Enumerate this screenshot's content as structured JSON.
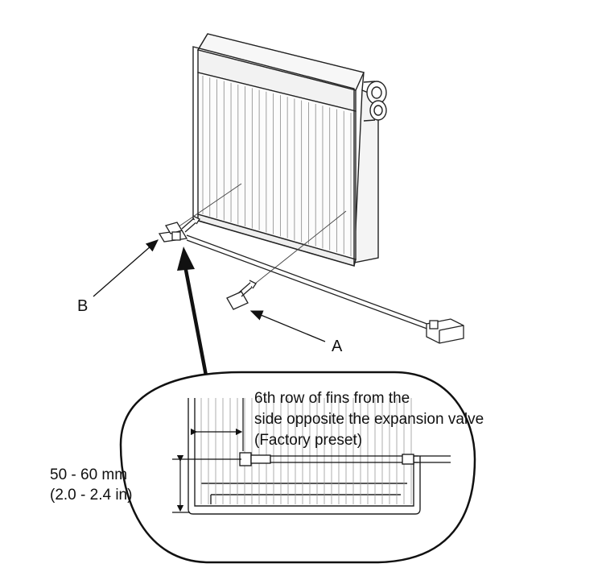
{
  "labels": {
    "b": "B",
    "a": "A"
  },
  "callout": {
    "note_line1": "6th row of fins from the",
    "note_line2": "side opposite the expansion valve",
    "note_line3": "(Factory preset)",
    "dimension_mm": "50 - 60 mm",
    "dimension_in": "(2.0 - 2.4 in)"
  }
}
